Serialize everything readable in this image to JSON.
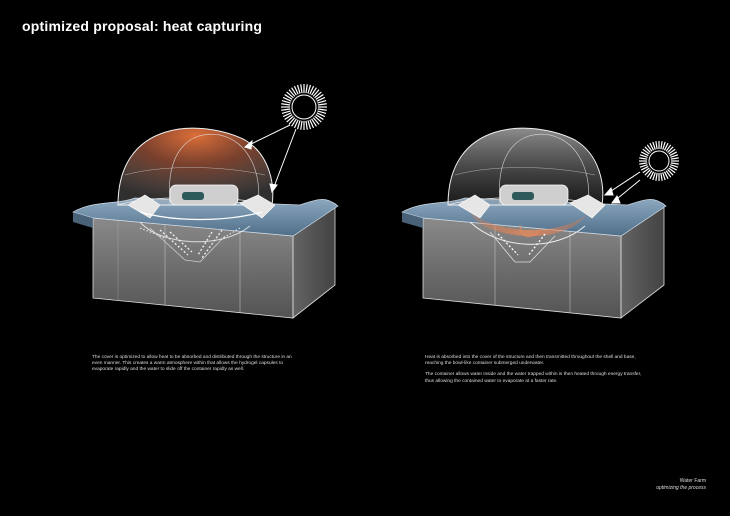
{
  "title": "optimized proposal: heat capturing",
  "captions": {
    "left": [
      "The cover is optimized to allow heat to be absorbed and distributed through the structure in an even manner. This creates a warm atmosphere within that allows the hydrogel capsules to evaporate rapidly and the water to slide off the container rapidly as well."
    ],
    "right": [
      "Heat is absorbed into the cover of the structure and then transmitted throughout the shell and base, reaching the bowl-like container submerged underwater.",
      "The container allows water inside and the water trapped within is then heated through energy transfer, thus allowing the contained water to evaporate at a faster rate."
    ]
  },
  "footer": {
    "project": "Water Farm",
    "subtitle": "optimizing the process"
  },
  "colors": {
    "background": "#000000",
    "heat_orange": "#e8743a",
    "water_blue": "#6f8ea8",
    "block_grey": "#9a9a9a"
  },
  "icons": [
    "sun-icon",
    "sun-icon"
  ]
}
